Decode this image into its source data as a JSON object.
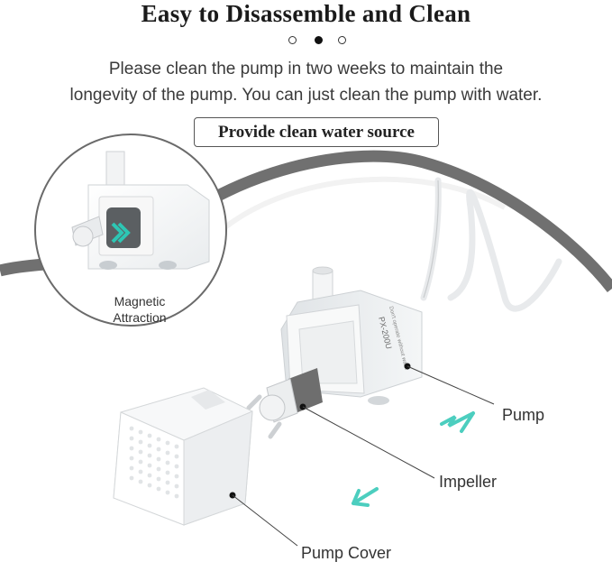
{
  "header": {
    "title": "Easy to Disassemble and Clean",
    "description_line1": "Please clean the pump in two weeks to maintain the",
    "description_line2": "longevity of the pump. You can just clean the pump with water."
  },
  "carousel": {
    "total": 3,
    "active_index": 1
  },
  "cta": {
    "label": "Provide clean water source"
  },
  "callouts": {
    "magnetic_line1": "Magnetic",
    "magnetic_line2": "Attraction",
    "pump": "Pump",
    "impeller": "Impeller",
    "pump_cover": "Pump Cover"
  },
  "product_printing": {
    "model": "PX-200U",
    "warning": "Don't operate without water"
  },
  "colors": {
    "accent_arrow": "#2dc6b4",
    "background_arc": "#707070",
    "impeller_core": "#6e6e6e"
  }
}
